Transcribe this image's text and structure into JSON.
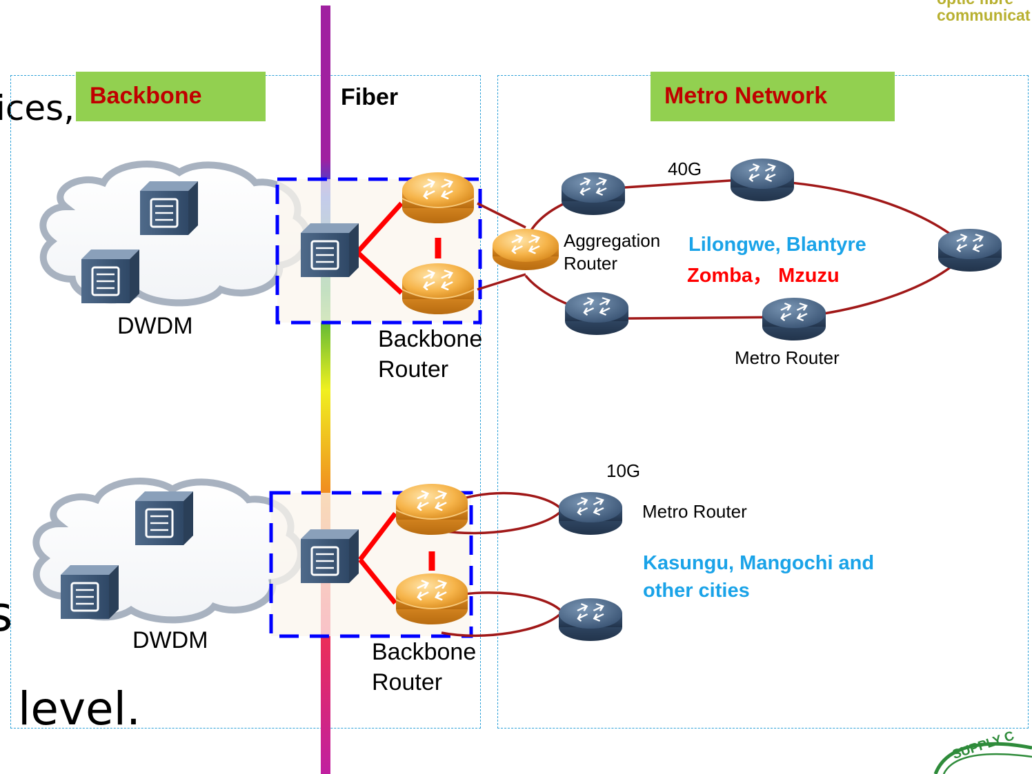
{
  "background_text": {
    "fragment_top": "ices,",
    "fragment_mid": "s",
    "fragment_bottom": "level.",
    "logo_line1": "optic fibre",
    "logo_line2": "communicat",
    "seal_text": "SUPPLY C"
  },
  "panels": {
    "backbone_title": "Backbone",
    "fiber_title": "Fiber",
    "metro_title": "Metro Network"
  },
  "labels": {
    "dwdm_top": "DWDM",
    "dwdm_bottom": "DWDM",
    "backbone_router_top_line1": "Backbone",
    "backbone_router_top_line2": "Router",
    "backbone_router_bottom_line1": "Backbone",
    "backbone_router_bottom_line2": "Router",
    "aggregation_line1": "Aggregation",
    "aggregation_line2": "Router",
    "metro_router_ring": "Metro Router",
    "metro_router_lower": "Metro Router",
    "link_40g": "40G",
    "link_10g": "10G",
    "cities_blue": "Lilongwe, Blantyre",
    "cities_red": "Zomba， Mzuzu",
    "cities_lower_line1": "Kasungu, Mangochi and",
    "cities_lower_line2": "other cities"
  },
  "colors": {
    "panel_border": "#2ba0d8",
    "label_fill": "#92d050",
    "label_text": "#c00000",
    "ring_line": "#a01818",
    "connector_red": "#ff0000",
    "group_box": "#0000ff",
    "city_blue": "#1aa3e8",
    "city_red": "#ff0000"
  }
}
